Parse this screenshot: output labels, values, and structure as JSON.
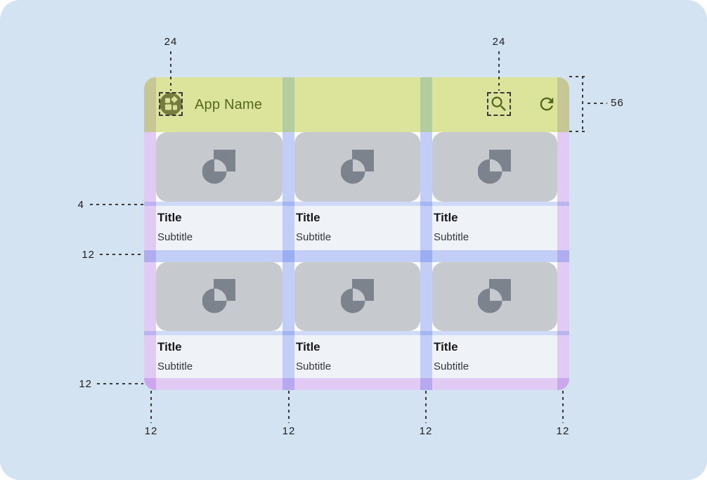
{
  "figure": {
    "description": "Layout spacing spec of an app screen with toolbar and 2x3 card grid",
    "background_color": "#d3e3f1"
  },
  "appbar": {
    "title": "App Name",
    "height_dp": "56",
    "colors": {
      "bar": "#dbe49a",
      "content": "#576620",
      "logo_circle": "#767c3e",
      "logo_glyph": "#d9e09a"
    },
    "icons": [
      "app-logo",
      "search",
      "refresh"
    ]
  },
  "cards": [
    {
      "title": "Title",
      "subtitle": "Subtitle"
    },
    {
      "title": "Title",
      "subtitle": "Subtitle"
    },
    {
      "title": "Title",
      "subtitle": "Subtitle"
    },
    {
      "title": "Title",
      "subtitle": "Subtitle"
    },
    {
      "title": "Title",
      "subtitle": "Subtitle"
    },
    {
      "title": "Title",
      "subtitle": "Subtitle"
    }
  ],
  "card_colors": {
    "image_bg": "#c6c9ce",
    "placeholder_icon": "#7d838d",
    "text_bg": "#eff2f6"
  },
  "overlay_colors": {
    "gutter_blue": "rgba(70,110,230,0.32)",
    "margin_purple": "rgba(150,70,220,0.27)"
  },
  "measurements": {
    "icon_size_left": "24",
    "icon_size_right": "24",
    "toolbar_height": "56",
    "image_text_gap": "4",
    "row_gap": "12",
    "bottom_margin": "12",
    "column_labels": [
      "12",
      "12",
      "12",
      "12"
    ]
  }
}
